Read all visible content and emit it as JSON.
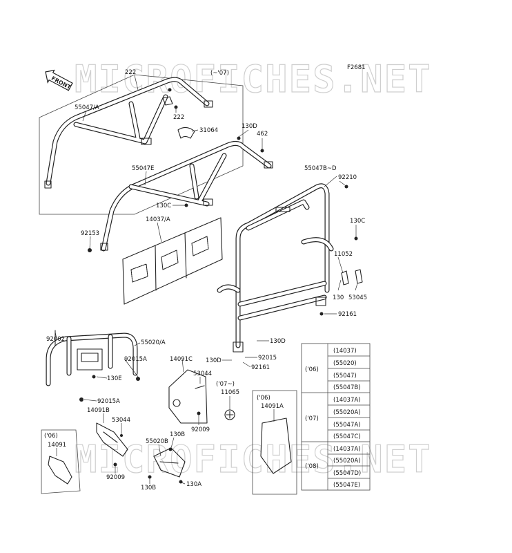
{
  "figure_code": "F2681",
  "watermark": "MICROFICHES.NET",
  "front_label": "FRONT",
  "year_note_07": "(~'07)",
  "callouts": {
    "p222a": "222",
    "p222b": "222",
    "p55047a": "55047/A",
    "p31064": "31064",
    "p130d_top": "130D",
    "p462": "462",
    "p55047e": "55047E",
    "p55047bd": "55047B~D",
    "p92210": "92210",
    "p130c_top": "130C",
    "p130c_right": "130C",
    "p14037a": "14037/A",
    "p92153": "92153",
    "p11052": "11052",
    "p130": "130",
    "p53045": "53045",
    "p92161_right": "92161",
    "p92002": "92002",
    "p55020a": "55020/A",
    "p92015a_top": "92015A",
    "p130e": "130E",
    "p92015a_bottom": "92015A",
    "p130d_bottom": "130D",
    "p130d_mid": "130D",
    "p92015": "92015",
    "p92161_mid": "92161",
    "p14091c": "14091C",
    "p53044_mid": "53044",
    "p07_11065_year": "('07~)",
    "p11065": "11065",
    "p14091b": "14091B",
    "p53044_left": "53044",
    "p92009_mid": "92009",
    "p55020b": "55020B",
    "p130b_top": "130B",
    "p130b_bottom": "130B",
    "p130a": "130A",
    "p92009_left": "92009",
    "p06_14091_year": "('06)",
    "p14091": "14091",
    "p06_14091a_year": "('06)",
    "p14091a": "14091A"
  },
  "year_table": {
    "groups": [
      {
        "year": "('06)",
        "parts": [
          "(14037)",
          "(55020)",
          "(55047)",
          "(55047B)"
        ]
      },
      {
        "year": "('07)",
        "parts": [
          "(14037A)",
          "(55020A)",
          "(55047A)",
          "(55047C)"
        ]
      },
      {
        "year": "('08)",
        "parts": [
          "(14037A)",
          "(55020A)",
          "(55047D)",
          "(55047E)"
        ]
      }
    ]
  }
}
